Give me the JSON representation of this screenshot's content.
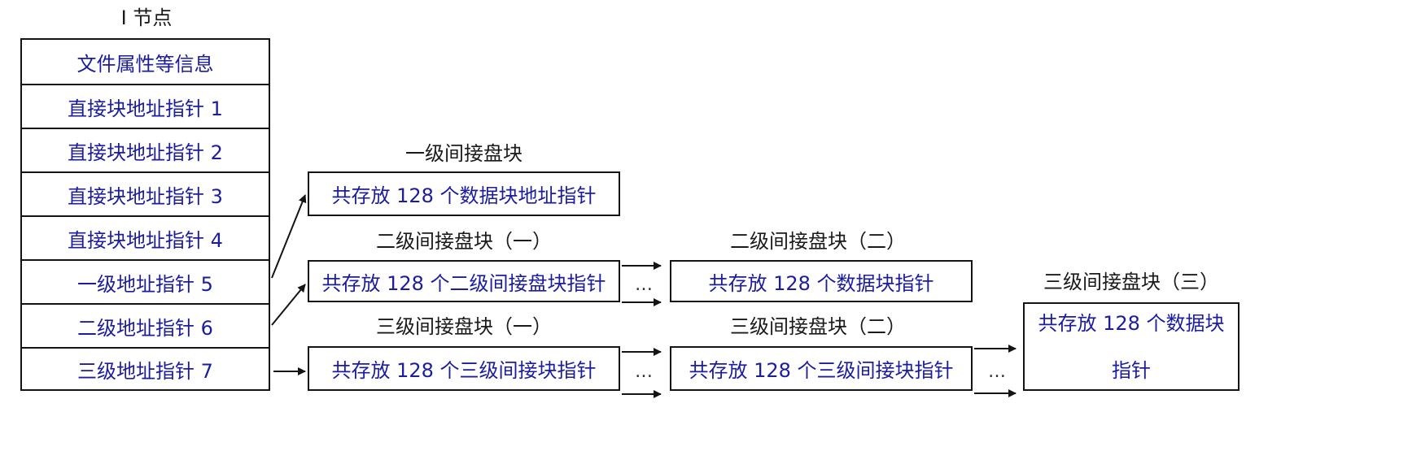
{
  "inode": {
    "title": "I 节点",
    "rows": [
      "文件属性等信息",
      "直接块地址指针 1",
      "直接块地址指针 2",
      "直接块地址指针 3",
      "直接块地址指针 4",
      "一级地址指针 5",
      "二级地址指针 6",
      "三级地址指针 7"
    ]
  },
  "single": {
    "title": "一级间接盘块",
    "text": "共存放 128 个数据块地址指针"
  },
  "double1": {
    "title": "二级间接盘块（一）",
    "text": "共存放 128 个二级间接盘块指针"
  },
  "double2": {
    "title": "二级间接盘块（二）",
    "text": "共存放 128 个数据块指针"
  },
  "triple1": {
    "title": "三级间接盘块（一）",
    "text": "共存放 128 个三级间接块指针"
  },
  "triple2": {
    "title": "三级间接盘块（二）",
    "text": "共存放 128 个三级间接块指针"
  },
  "triple3": {
    "title": "三级间接盘块（三）",
    "text_line1": "共存放 128 个数据块",
    "text_line2": "指针"
  },
  "ellipsis": "…",
  "colors": {
    "text": "#1c1c9e",
    "line": "#141414"
  }
}
